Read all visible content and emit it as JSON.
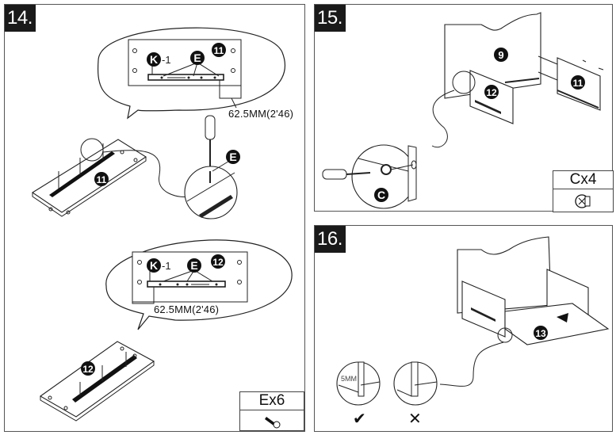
{
  "steps": [
    {
      "number": "14.",
      "callouts": {
        "upper_part": "11",
        "lower_part": "12",
        "screw_part": "E",
        "track_part": "K",
        "track_suffix": "-1",
        "dimension_upper": "62.5MM(2'46)",
        "dimension_lower": "62.5MM(2'46)"
      },
      "hardware": {
        "label": "Ex6",
        "icon": "screw-icon"
      }
    },
    {
      "number": "15.",
      "callouts": {
        "back_panel": "9",
        "left_side": "12",
        "right_side": "11",
        "cam_lock": "C"
      },
      "hardware": {
        "label": "Cx4",
        "icon": "cam-lock-icon"
      }
    },
    {
      "number": "16.",
      "callouts": {
        "bottom_panel": "13",
        "gap_label": "5MM",
        "correct_mark": "✔",
        "incorrect_mark": "✕"
      }
    }
  ]
}
